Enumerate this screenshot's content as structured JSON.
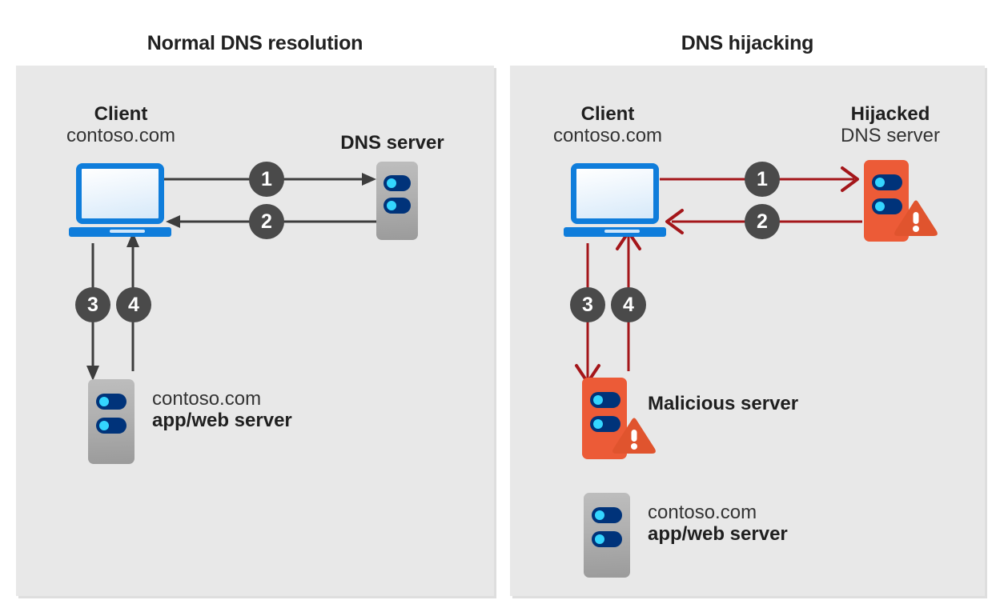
{
  "colors": {
    "panel_bg": "#e8e8e8",
    "page_bg": "#ffffff",
    "title_text": "#212121",
    "arrow_normal": "#3d3d3d",
    "arrow_hijack": "#a4161a",
    "step_badge": "#4a4a4a",
    "step_badge_text": "#ffffff",
    "laptop_blue": "#0f7ddb",
    "server_gray": "#b0b0b0",
    "server_red": "#ec5b37",
    "server_led": "#00337a",
    "server_led_dot": "#34d6ff",
    "warning_orange": "#e0542e"
  },
  "panels": [
    {
      "id": "normal",
      "title": "Normal DNS resolution",
      "nodes": {
        "client": {
          "title": "Client",
          "subtitle": "contoso.com",
          "icon": "laptop-icon"
        },
        "dns_server": {
          "title": "DNS server",
          "subtitle": "",
          "icon": "server-icon"
        },
        "app_server": {
          "title": "contoso.com",
          "subtitle": "app/web server",
          "icon": "server-icon"
        }
      },
      "steps": [
        {
          "number": "1",
          "from": "client",
          "to": "dns_server",
          "direction": "right"
        },
        {
          "number": "2",
          "from": "dns_server",
          "to": "client",
          "direction": "left"
        },
        {
          "number": "3",
          "from": "client",
          "to": "app_server",
          "direction": "down"
        },
        {
          "number": "4",
          "from": "app_server",
          "to": "client",
          "direction": "up"
        }
      ]
    },
    {
      "id": "hijacking",
      "title": "DNS hijacking",
      "nodes": {
        "client": {
          "title": "Client",
          "subtitle": "contoso.com",
          "icon": "laptop-icon"
        },
        "hijacked_dns": {
          "title": "Hijacked",
          "subtitle": "DNS server",
          "icon": "server-compromised-icon"
        },
        "malicious_server": {
          "title": "Malicious server",
          "subtitle": "",
          "icon": "server-compromised-icon"
        },
        "app_server": {
          "title": "contoso.com",
          "subtitle": "app/web server",
          "icon": "server-icon"
        }
      },
      "steps": [
        {
          "number": "1",
          "from": "client",
          "to": "hijacked_dns",
          "direction": "right"
        },
        {
          "number": "2",
          "from": "hijacked_dns",
          "to": "client",
          "direction": "left"
        },
        {
          "number": "3",
          "from": "client",
          "to": "malicious_server",
          "direction": "down"
        },
        {
          "number": "4",
          "from": "malicious_server",
          "to": "client",
          "direction": "up"
        }
      ]
    }
  ]
}
